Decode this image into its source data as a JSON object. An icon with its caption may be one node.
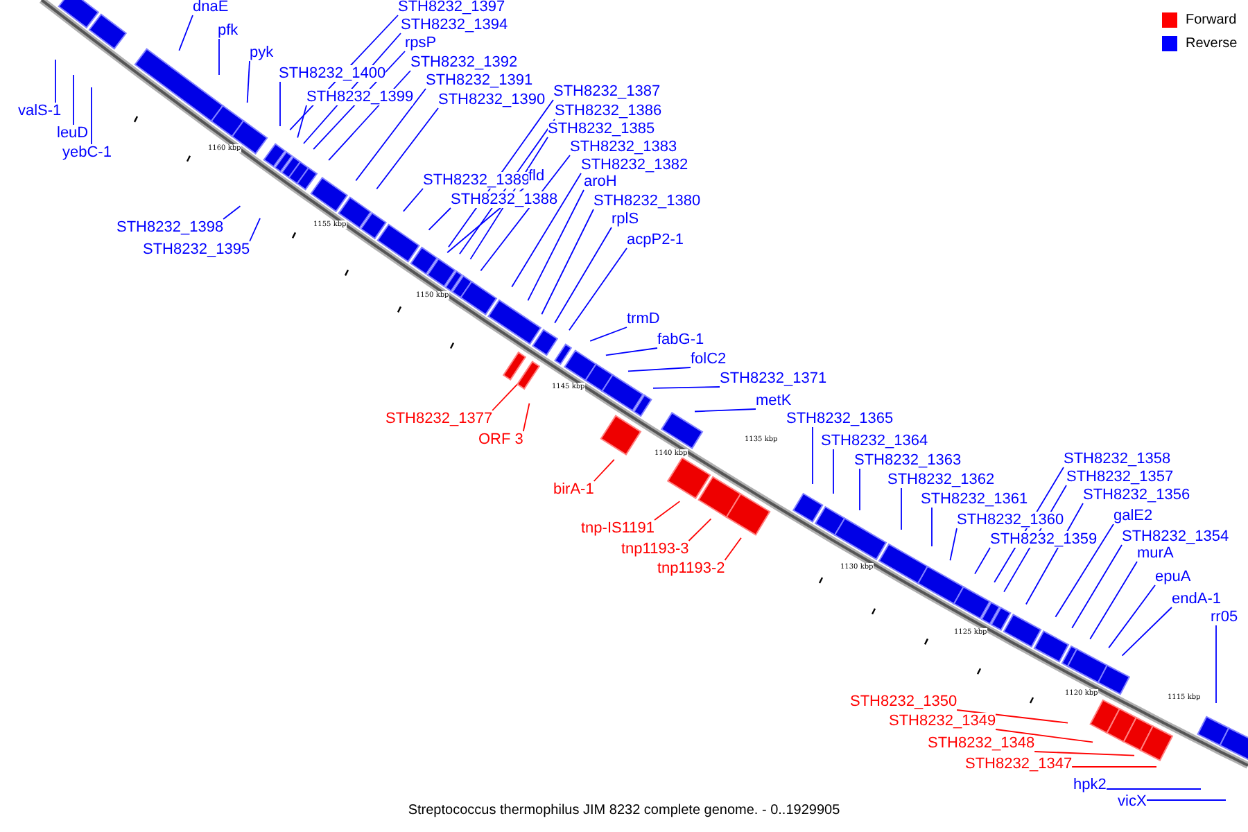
{
  "diagram": {
    "caption": "Streptococcus thermophilus JIM 8232 complete genome. - 0..1929905",
    "nodes": [
      {
        "text": [
          "dnaE"
        ]
      },
      {
        "text": [
          "pfk"
        ]
      },
      {
        "text": [
          "pyk"
        ]
      },
      {
        "text": [
          "STH8232_1397"
        ]
      },
      {
        "text": [
          "STH8232_1394"
        ]
      },
      {
        "text": [
          "rpsP"
        ]
      },
      {
        "text": [
          "STH8232_1392"
        ]
      },
      {
        "text": [
          "STH8232_1391"
        ]
      },
      {
        "text": [
          "STH8232_1390"
        ]
      },
      {
        "text": [
          "STH8232_1400"
        ]
      },
      {
        "text": [
          "STH8232_1399"
        ]
      },
      {
        "text": [
          "valS-1"
        ]
      },
      {
        "text": [
          "leuD"
        ]
      },
      {
        "text": [
          "yebC-1"
        ]
      },
      {
        "text": [
          "STH8232_1398"
        ]
      },
      {
        "text": [
          "STH8232_1395"
        ]
      },
      {
        "text": [
          "STH8232_1387"
        ]
      },
      {
        "text": [
          "STH8232_1386"
        ]
      },
      {
        "text": [
          "STH8232_1385"
        ]
      },
      {
        "text": [
          "STH8232_1383"
        ]
      },
      {
        "text": [
          "STH8232_1382"
        ]
      },
      {
        "text": [
          "aroH"
        ]
      },
      {
        "text": [
          "STH8232_1380"
        ]
      },
      {
        "text": [
          "rplS"
        ]
      },
      {
        "text": [
          "acpP2-1"
        ]
      },
      {
        "text": [
          "STH8232_1389"
        ]
      },
      {
        "text": [
          "STH8232_1388"
        ]
      },
      {
        "text": [
          "fld"
        ]
      },
      {
        "text": [
          "trmD"
        ]
      },
      {
        "text": [
          "fabG-1"
        ]
      },
      {
        "text": [
          "folC2"
        ]
      },
      {
        "text": [
          "STH8232_1371"
        ]
      },
      {
        "text": [
          "metK"
        ]
      },
      {
        "text": [
          "STH8232_1365"
        ]
      },
      {
        "text": [
          "STH8232_1364"
        ]
      },
      {
        "text": [
          "STH8232_1363"
        ]
      },
      {
        "text": [
          "STH8232_1362"
        ]
      },
      {
        "text": [
          "STH8232_1361"
        ]
      },
      {
        "text": [
          "STH8232_1360"
        ]
      },
      {
        "text": [
          "STH8232_1359"
        ]
      },
      {
        "text": [
          "STH8232_1358"
        ]
      },
      {
        "text": [
          "STH8232_1357"
        ]
      },
      {
        "text": [
          "STH8232_1356"
        ]
      },
      {
        "text": [
          "galE2"
        ]
      },
      {
        "text": [
          "STH8232_1354"
        ]
      },
      {
        "text": [
          "murA"
        ]
      },
      {
        "text": [
          "epuA"
        ]
      },
      {
        "text": [
          "endA-1"
        ]
      },
      {
        "text": [
          "rr05"
        ]
      },
      {
        "text": [
          "hpk2"
        ]
      },
      {
        "text": [
          "vicX"
        ]
      },
      {
        "text": [
          "STH8232_1377"
        ]
      },
      {
        "text": [
          "ORF 3"
        ]
      },
      {
        "text": [
          "birA-1"
        ]
      },
      {
        "text": [
          "tnp-IS1191"
        ]
      },
      {
        "text": [
          "tnp1193-3"
        ]
      },
      {
        "text": [
          "tnp1193-2"
        ]
      },
      {
        "text": [
          "STH8232_1350"
        ]
      },
      {
        "text": [
          "STH8232_1349"
        ]
      },
      {
        "text": [
          "STH8232_1348"
        ]
      },
      {
        "text": [
          "STH8232_1347"
        ]
      }
    ],
    "edges": [
      {
        "from": 0,
        "to": null,
        "arrow": "none"
      },
      {
        "from": 1,
        "to": null,
        "arrow": "none"
      },
      {
        "from": 2,
        "to": null,
        "arrow": "none"
      },
      {
        "from": 3,
        "to": null,
        "arrow": "none"
      },
      {
        "from": 4,
        "to": null,
        "arrow": "none"
      },
      {
        "from": 5,
        "to": null,
        "arrow": "none"
      },
      {
        "from": 6,
        "to": null,
        "arrow": "none"
      },
      {
        "from": 7,
        "to": null,
        "arrow": "none"
      },
      {
        "from": 8,
        "to": null,
        "arrow": "none"
      },
      {
        "from": 9,
        "to": null,
        "arrow": "none"
      },
      {
        "from": 10,
        "to": null,
        "arrow": "none"
      },
      {
        "from": 11,
        "to": null,
        "arrow": "none"
      },
      {
        "from": 12,
        "to": null,
        "arrow": "none"
      },
      {
        "from": 13,
        "to": null,
        "arrow": "none"
      },
      {
        "from": 14,
        "to": null,
        "arrow": "none"
      },
      {
        "from": 15,
        "to": null,
        "arrow": "none"
      },
      {
        "from": 16,
        "to": null,
        "arrow": "none"
      },
      {
        "from": 17,
        "to": null,
        "arrow": "none"
      },
      {
        "from": 18,
        "to": null,
        "arrow": "none"
      },
      {
        "from": 19,
        "to": null,
        "arrow": "none"
      },
      {
        "from": 20,
        "to": null,
        "arrow": "none"
      },
      {
        "from": 21,
        "to": null,
        "arrow": "none"
      },
      {
        "from": 22,
        "to": null,
        "arrow": "none"
      },
      {
        "from": 23,
        "to": null,
        "arrow": "none"
      },
      {
        "from": 24,
        "to": null,
        "arrow": "none"
      },
      {
        "from": 25,
        "to": null,
        "arrow": "none"
      },
      {
        "from": 26,
        "to": null,
        "arrow": "none"
      },
      {
        "from": 27,
        "to": null,
        "arrow": "none"
      },
      {
        "from": 28,
        "to": null,
        "arrow": "none"
      },
      {
        "from": 29,
        "to": null,
        "arrow": "none"
      },
      {
        "from": 30,
        "to": null,
        "arrow": "none"
      },
      {
        "from": 31,
        "to": null,
        "arrow": "none"
      },
      {
        "from": 32,
        "to": null,
        "arrow": "none"
      },
      {
        "from": 33,
        "to": null,
        "arrow": "none"
      },
      {
        "from": 34,
        "to": null,
        "arrow": "none"
      },
      {
        "from": 35,
        "to": null,
        "arrow": "none"
      },
      {
        "from": 36,
        "to": null,
        "arrow": "none"
      },
      {
        "from": 37,
        "to": null,
        "arrow": "none"
      },
      {
        "from": 38,
        "to": null,
        "arrow": "none"
      },
      {
        "from": 39,
        "to": null,
        "arrow": "none"
      },
      {
        "from": 40,
        "to": null,
        "arrow": "none"
      },
      {
        "from": 41,
        "to": null,
        "arrow": "none"
      },
      {
        "from": 42,
        "to": null,
        "arrow": "none"
      },
      {
        "from": 43,
        "to": null,
        "arrow": "none"
      },
      {
        "from": 44,
        "to": null,
        "arrow": "none"
      },
      {
        "from": 45,
        "to": null,
        "arrow": "none"
      },
      {
        "from": 46,
        "to": null,
        "arrow": "none"
      },
      {
        "from": 47,
        "to": null,
        "arrow": "none"
      },
      {
        "from": 48,
        "to": null,
        "arrow": "none"
      },
      {
        "from": 49,
        "to": null,
        "arrow": "none"
      },
      {
        "from": 50,
        "to": null,
        "arrow": "none"
      },
      {
        "from": 51,
        "to": null,
        "arrow": "none",
        "color": "#ff0000"
      },
      {
        "from": 52,
        "to": null,
        "arrow": "none",
        "color": "#ff0000"
      },
      {
        "from": 53,
        "to": null,
        "arrow": "none",
        "color": "#ff0000"
      },
      {
        "from": 54,
        "to": null,
        "arrow": "none",
        "color": "#ff0000"
      },
      {
        "from": 55,
        "to": null,
        "arrow": "none",
        "color": "#ff0000"
      },
      {
        "from": 56,
        "to": null,
        "arrow": "none",
        "color": "#ff0000"
      },
      {
        "from": 57,
        "to": null,
        "arrow": "none",
        "color": "#ff0000"
      },
      {
        "from": 58,
        "to": null,
        "arrow": "none",
        "color": "#ff0000"
      },
      {
        "from": 59,
        "to": null,
        "arrow": "none",
        "color": "#ff0000"
      },
      {
        "from": 60,
        "to": null,
        "arrow": "none",
        "color": "#ff0000"
      }
    ],
    "labels": [
      "1160 kbp",
      "1155 kbp",
      "1150 kbp",
      "1145 kbp",
      "1140 kbp",
      "1135 kbp",
      "1130 kbp",
      "1125 kbp",
      "1120 kbp",
      "1115 kbp"
    ],
    "legend": [
      {
        "text": "Forward",
        "color": "#ff0000"
      },
      {
        "text": "Reverse",
        "color": "#0000ff"
      }
    ]
  }
}
